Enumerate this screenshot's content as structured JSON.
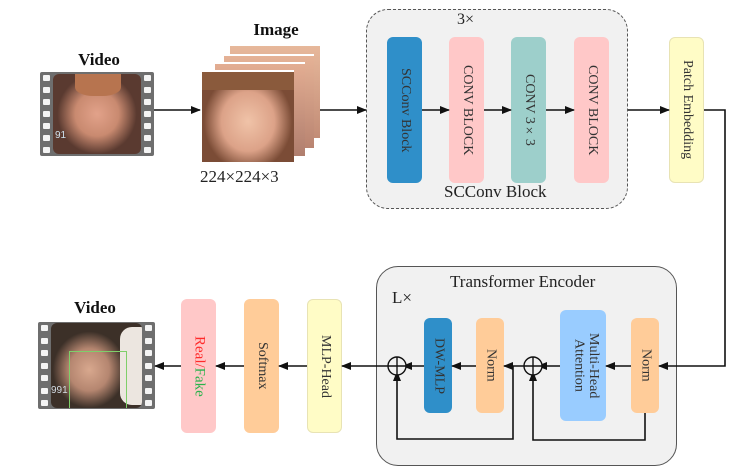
{
  "input": {
    "video_label": "Video",
    "video_overlay_text": "91",
    "image_label": "Image",
    "image_size": "224×224×3"
  },
  "scconv_group": {
    "repeat": "3×",
    "title": "SCConv Block",
    "blocks": [
      {
        "label": "SCConv Block",
        "color": "#2f8fc9"
      },
      {
        "label": "CONV BLOCK",
        "color": "#ffc8c8"
      },
      {
        "label": "CONV 3×3",
        "color": "#9dcfcb"
      },
      {
        "label": "CONV BLOCK",
        "color": "#ffc8c8"
      }
    ]
  },
  "patch_embedding": {
    "label": "Patch Embedding",
    "color": "#fffcc6"
  },
  "transformer": {
    "title": "Transformer Encoder",
    "repeat": "L×",
    "blocks": [
      {
        "label": "DW-MLP",
        "color": "#2f8fc9"
      },
      {
        "label": "Norm",
        "color": "#ffcc99"
      },
      {
        "label": "Multi-Head Attention",
        "color": "#99ccff"
      },
      {
        "label": "Norm",
        "color": "#ffcc99"
      }
    ]
  },
  "head": {
    "mlp_head": {
      "label": "MLP-Head",
      "color": "#fffcc6"
    },
    "softmax": {
      "label": "Softmax",
      "color": "#ffcc99"
    },
    "result": {
      "label_real": "Real",
      "separator": "/",
      "label_fake": "Fake",
      "color": "#ffc8c8",
      "real_color": "#ff2a2a",
      "fake_color": "#2bb24c"
    }
  },
  "output": {
    "video_label": "Video",
    "video_overlay_text": "991"
  },
  "colors": {
    "line": "#111111",
    "group_bg": "#f1f1f1",
    "group_border": "#555555"
  }
}
